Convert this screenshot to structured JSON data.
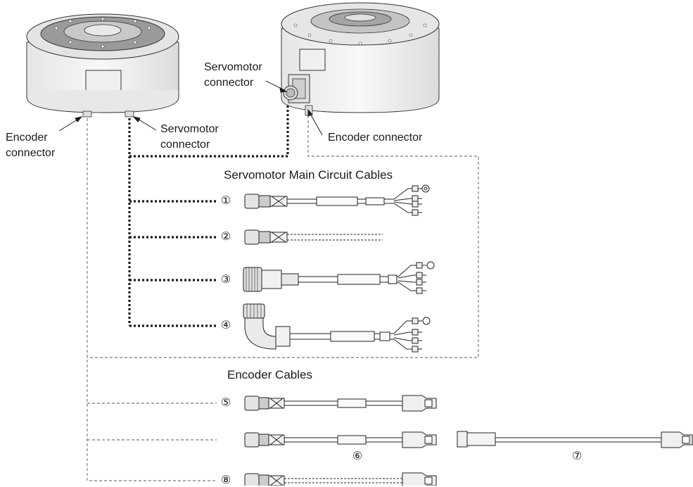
{
  "motor_left": {
    "encoder_connector_label": [
      "Encoder",
      "connector"
    ],
    "servomotor_connector_label": [
      "Servomotor",
      "connector"
    ]
  },
  "motor_right": {
    "servomotor_connector_label": [
      "Servomotor",
      "connector"
    ],
    "encoder_connector_label": "Encoder connector"
  },
  "main_circuit_cables": {
    "title": "Servomotor Main Circuit Cables",
    "items": [
      {
        "marker": "①",
        "style": "straight plug, long cable, lugs"
      },
      {
        "marker": "②",
        "style": "straight plug, short leads"
      },
      {
        "marker": "③",
        "style": "large straight plug, lugs"
      },
      {
        "marker": "④",
        "style": "right-angle plug, lugs"
      }
    ]
  },
  "encoder_cables": {
    "title": "Encoder Cables",
    "items": [
      {
        "marker": "⑤"
      },
      {
        "marker": "⑥"
      },
      {
        "marker": "⑦"
      },
      {
        "marker": "⑧"
      }
    ]
  },
  "colors": {
    "line": "#1a1a1a",
    "motor_top": "#9a9a9a",
    "motor_body": "#f2f2f2"
  }
}
